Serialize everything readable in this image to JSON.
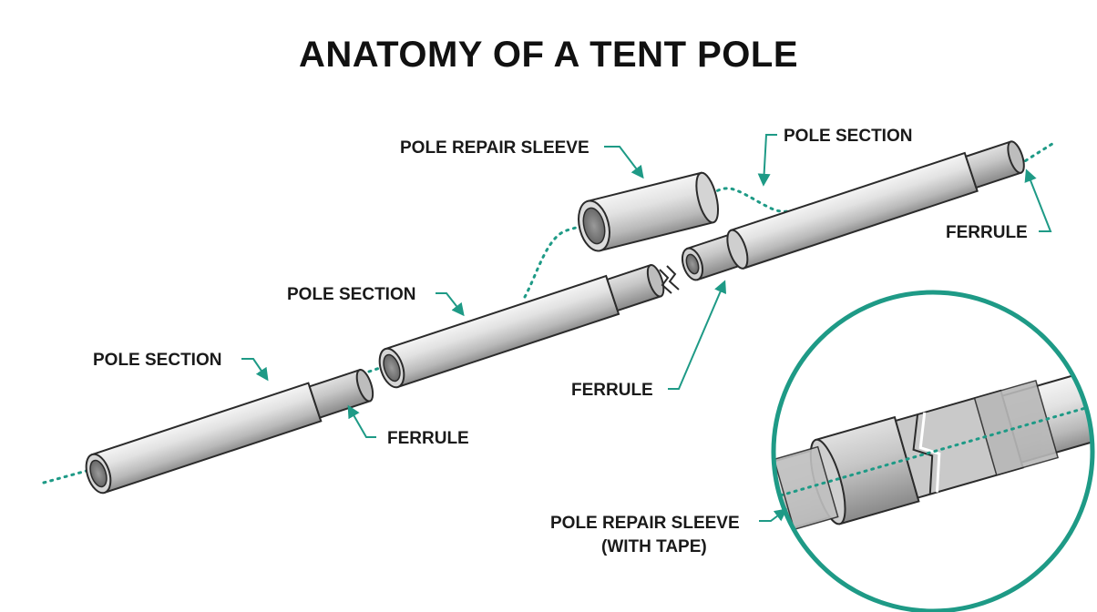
{
  "title": "ANATOMY OF A TENT POLE",
  "labels": {
    "pole_section_left": "POLE SECTION",
    "ferrule_left": "FERRULE",
    "pole_section_middle": "POLE SECTION",
    "pole_repair_sleeve": "POLE REPAIR SLEEVE",
    "pole_section_right": "POLE SECTION",
    "ferrule_right": "FERRULE",
    "ferrule_center": "FERRULE",
    "sleeve_with_tape_line1": "POLE REPAIR SLEEVE",
    "sleeve_with_tape_line2": "(WITH TAPE)"
  },
  "colors": {
    "accent": "#1e9a86",
    "outline": "#2b2b2b",
    "tube_light": "#eeeeee",
    "tube_dark": "#9a9a9a"
  }
}
